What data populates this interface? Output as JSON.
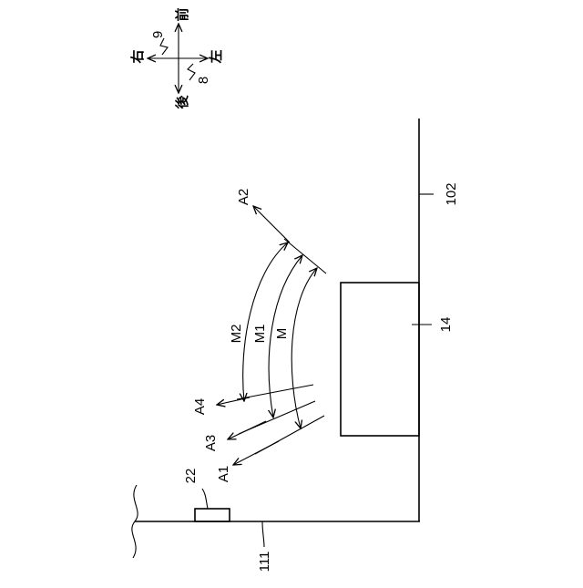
{
  "compass": {
    "front": "前",
    "rear": "後",
    "left": "左",
    "right": "右",
    "ref_9": "9",
    "ref_8": "8"
  },
  "references": {
    "wall_right": "102",
    "box": "14",
    "sensor": "22",
    "wall_bottom": "111"
  },
  "labels": {
    "a1": "A1",
    "a2": "A2",
    "a3": "A3",
    "a4": "A4",
    "m": "M",
    "m1": "M1",
    "m2": "M2"
  }
}
